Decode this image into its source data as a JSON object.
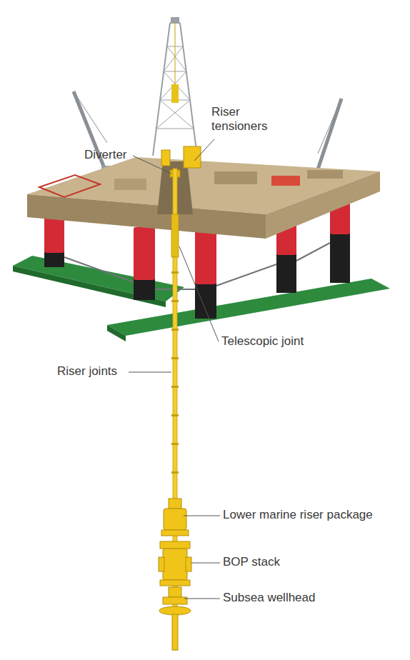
{
  "diagram": {
    "labels": [
      "Riser tensioners",
      "Diverter",
      "Telescopic joint",
      "Riser joints",
      "Lower marine riser package",
      "BOP stack",
      "Subsea wellhead"
    ]
  }
}
